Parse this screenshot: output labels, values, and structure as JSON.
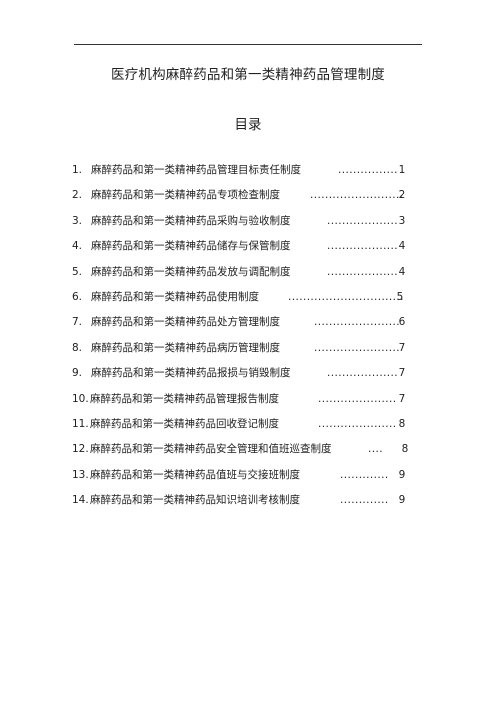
{
  "document": {
    "title": "医疗机构麻醉药品和第一类精神药品管理制度",
    "toc_heading": "目录"
  },
  "toc": [
    {
      "num": "1.",
      "title": "麻醉药品和第一类精神药品管理目标责任制度",
      "dots": "................",
      "page": "1"
    },
    {
      "num": "2.",
      "title": "麻醉药品和第一类精神药品专项检查制度",
      "dots": ".........................",
      "page": "2"
    },
    {
      "num": "3.",
      "title": "麻醉药品和第一类精神药品采购与验收制度",
      "dots": "...................",
      "page": "3"
    },
    {
      "num": "4.",
      "title": "麻醉药品和第一类精神药品储存与保管制度",
      "dots": "...................",
      "page": "4"
    },
    {
      "num": "5.",
      "title": "麻醉药品和第一类精神药品发放与调配制度",
      "dots": "...................",
      "page": "4"
    },
    {
      "num": "6.",
      "title": "麻醉药品和第一类精神药品使用制度",
      "dots": "...............................",
      "page": "5"
    },
    {
      "num": "7.",
      "title": "麻醉药品和第一类精神药品处方管理制度",
      "dots": ".......................",
      "page": "6"
    },
    {
      "num": "8.",
      "title": "麻醉药品和第一类精神药品病历管理制度",
      "dots": ".......................",
      "page": "7"
    },
    {
      "num": "9.",
      "title": "麻醉药品和第一类精神药品报损与销毁制度",
      "dots": "...................",
      "page": "7"
    },
    {
      "num": "10.",
      "title": "麻醉药品和第一类精神药品管理报告制度",
      "dots": ".....................",
      "page": "7"
    },
    {
      "num": "11.",
      "title": "麻醉药品和第一类精神药品回收登记制度",
      "dots": ".....................",
      "page": "8"
    },
    {
      "num": "12.",
      "title": "麻醉药品和第一类精神药品安全管理和值班巡查制度",
      "dots": "....",
      "page": "8"
    },
    {
      "num": "13.",
      "title": "麻醉药品和第一类精神药品值班与交接班制度",
      "dots": ".............",
      "page": "9"
    },
    {
      "num": "14.",
      "title": "麻醉药品和第一类精神药品知识培训考核制度",
      "dots": ".............",
      "page": "9"
    }
  ]
}
